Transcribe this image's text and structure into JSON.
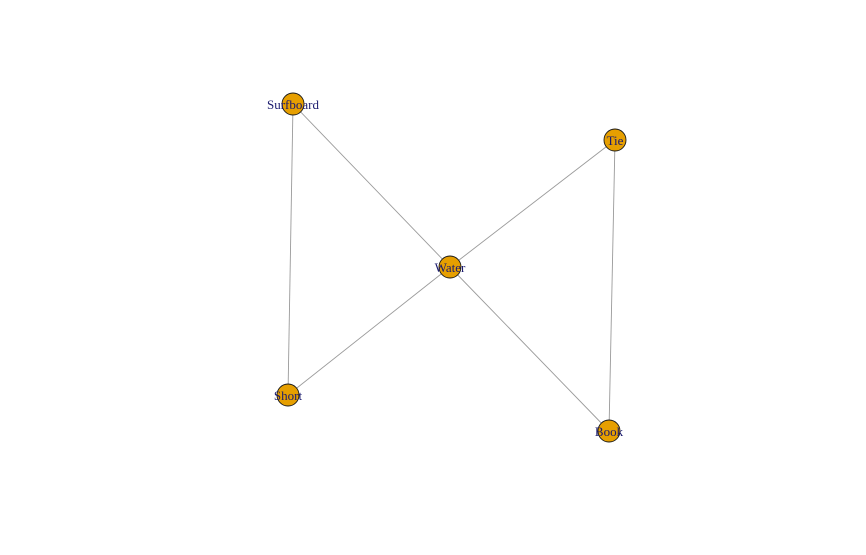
{
  "graph": {
    "node_color": "#E69F00",
    "edge_color": "#9a9a9a",
    "label_color": "#1a1a6e",
    "nodes": [
      {
        "id": "surfboard",
        "label": "Surfboard"
      },
      {
        "id": "tie",
        "label": "Tie"
      },
      {
        "id": "water",
        "label": "Water"
      },
      {
        "id": "short",
        "label": "Short"
      },
      {
        "id": "book",
        "label": "Book"
      }
    ],
    "edges": [
      {
        "source": "surfboard",
        "target": "water"
      },
      {
        "source": "surfboard",
        "target": "short"
      },
      {
        "source": "tie",
        "target": "water"
      },
      {
        "source": "tie",
        "target": "book"
      },
      {
        "source": "water",
        "target": "short"
      },
      {
        "source": "water",
        "target": "book"
      }
    ]
  }
}
